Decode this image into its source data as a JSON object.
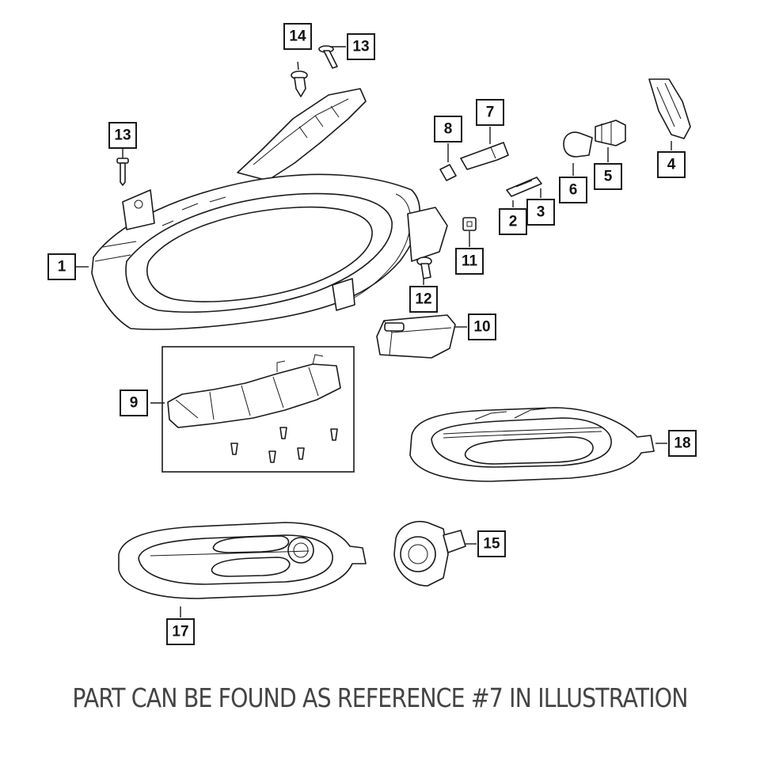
{
  "caption": "PART CAN BE FOUND AS REFERENCE #7 IN ILLUSTRATION",
  "callouts": {
    "c1": "1",
    "c2": "2",
    "c3": "3",
    "c4": "4",
    "c5": "5",
    "c6": "6",
    "c7": "7",
    "c8": "8",
    "c9": "9",
    "c10": "10",
    "c11": "11",
    "c12": "12",
    "c13a": "13",
    "c13b": "13",
    "c14": "14",
    "c15": "15",
    "c17": "17",
    "c18": "18"
  }
}
